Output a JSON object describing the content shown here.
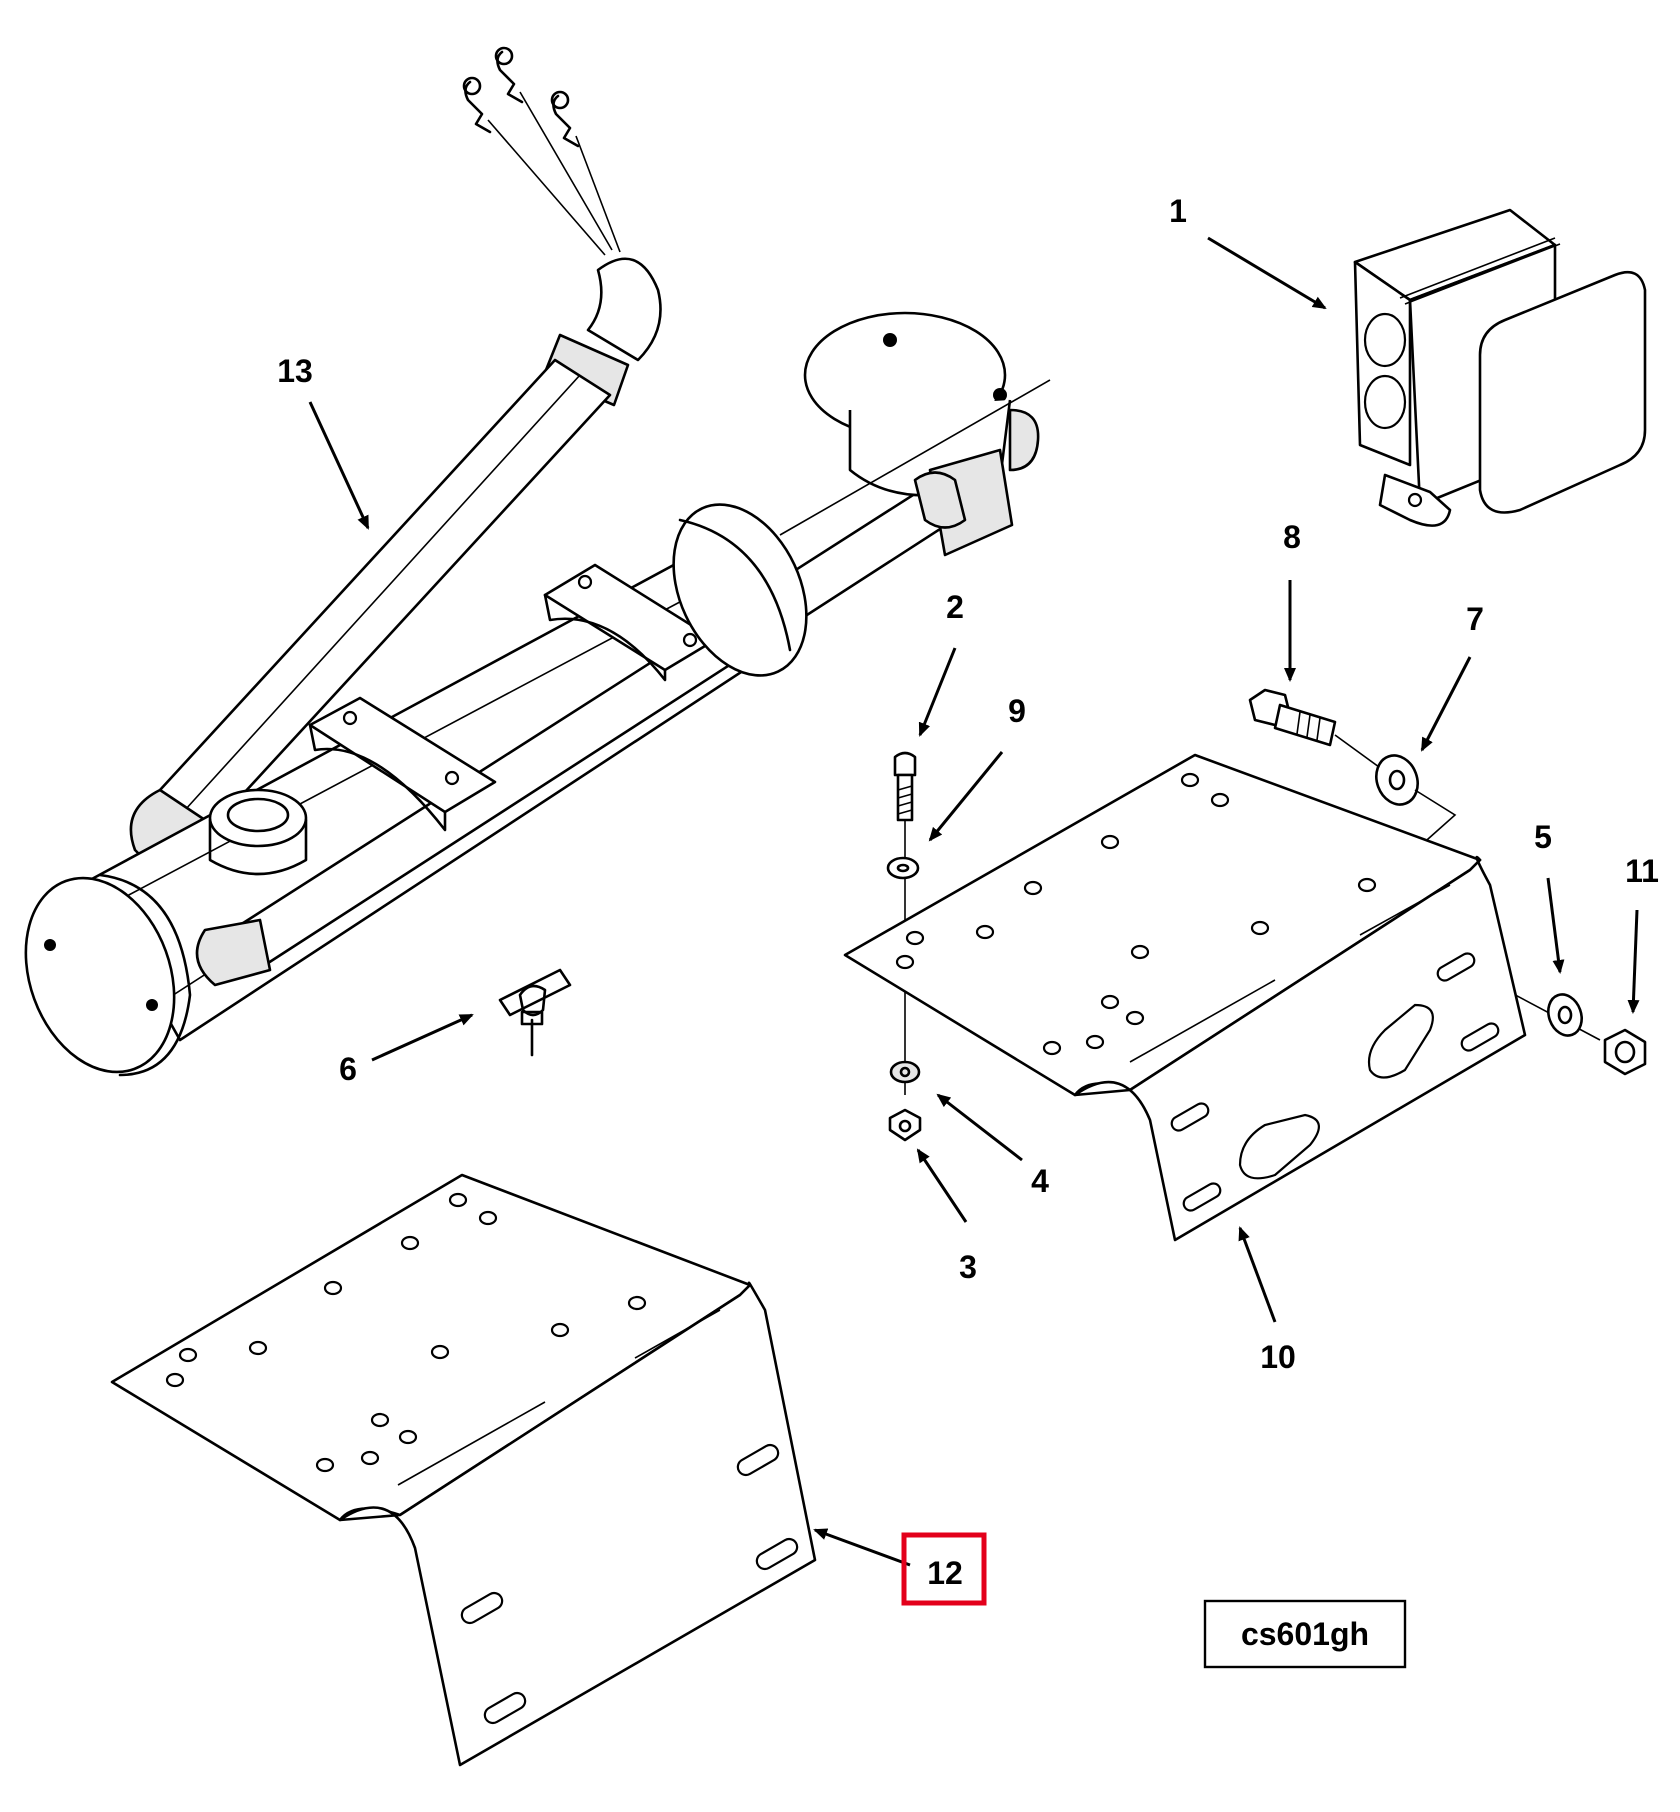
{
  "diagram": {
    "callouts": [
      {
        "id": "c1",
        "label": "1"
      },
      {
        "id": "c2",
        "label": "2"
      },
      {
        "id": "c3",
        "label": "3"
      },
      {
        "id": "c4",
        "label": "4"
      },
      {
        "id": "c5",
        "label": "5"
      },
      {
        "id": "c6",
        "label": "6"
      },
      {
        "id": "c7",
        "label": "7"
      },
      {
        "id": "c8",
        "label": "8"
      },
      {
        "id": "c9",
        "label": "9"
      },
      {
        "id": "c10",
        "label": "10"
      },
      {
        "id": "c11",
        "label": "11"
      },
      {
        "id": "c12",
        "label": "12",
        "highlighted": true
      },
      {
        "id": "c13",
        "label": "13"
      }
    ],
    "reference_code": "cs601gh",
    "highlight_color": "#e3001b"
  }
}
